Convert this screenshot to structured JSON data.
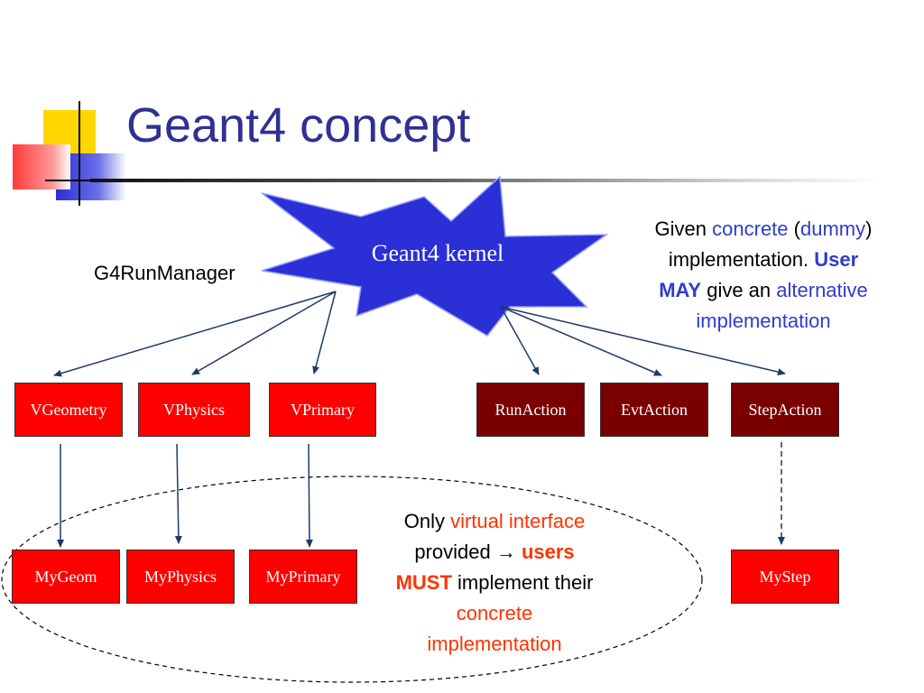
{
  "title": "Geant4 concept",
  "kernel_label": "Geant4 kernel",
  "run_manager_label": "G4RunManager",
  "virtual_boxes": {
    "vgeometry": "VGeometry",
    "vphysics": "VPhysics",
    "vprimary": "VPrimary"
  },
  "action_boxes": {
    "runaction": "RunAction",
    "evtaction": "EvtAction",
    "stepaction": "StepAction"
  },
  "user_boxes": {
    "mygeom": "MyGeom",
    "myphysics": "MyPhysics",
    "myprimary": "MyPrimary",
    "mystep": "MyStep"
  },
  "note_right": {
    "given": "Given ",
    "concrete": "concrete",
    "open_paren": " (",
    "dummy": "dummy",
    "close_paren": ")",
    "implementation": "implementation. ",
    "user": "User",
    "may": "MAY",
    "give_an": " give an ",
    "alternative": "alternative",
    "implementation2": "implementation"
  },
  "note_center": {
    "only": "Only ",
    "virtual_interface": "virtual interface",
    "provided": "provided ",
    "arrow": "→",
    "users": "users",
    "must": "MUST",
    "implement_their": " implement their",
    "concrete": "concrete",
    "implementation": "implementation"
  },
  "colors": {
    "title": "#2e3192",
    "kernel_star": "#2b2fd6",
    "virtual_box": "#ff0000",
    "action_box": "#7a0000",
    "blue_text": "#2e3ccf",
    "orange_text": "#ff3300",
    "arrow": "#1f3a66"
  }
}
